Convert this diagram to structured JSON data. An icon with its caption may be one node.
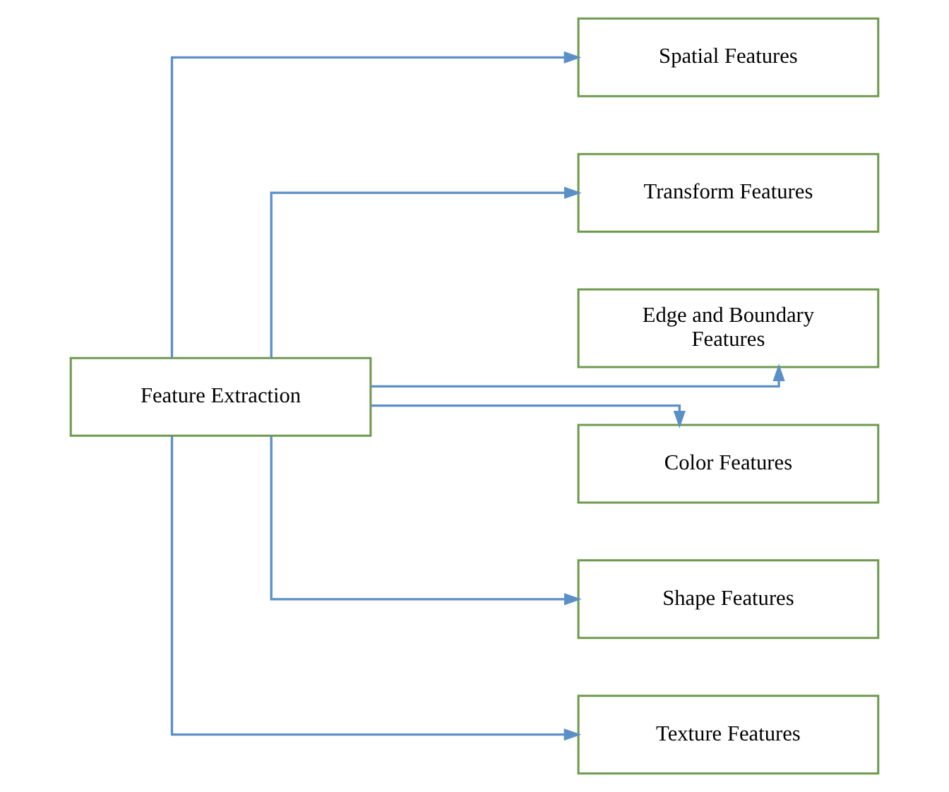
{
  "diagram": {
    "nodes": [
      {
        "text": [
          "Feature Extraction"
        ]
      },
      {
        "text": [
          "Spatial Features"
        ]
      },
      {
        "text": [
          "Transform Features"
        ]
      },
      {
        "text": [
          "Edge and Boundary Features"
        ]
      },
      {
        "text": [
          "Color Features"
        ]
      },
      {
        "text": [
          "Shape Features"
        ]
      },
      {
        "text": [
          "Texture Features"
        ]
      }
    ],
    "edges": [
      {
        "from": 0,
        "to": 1,
        "arrow": "to"
      },
      {
        "from": 0,
        "to": 2,
        "arrow": "to"
      },
      {
        "from": 0,
        "to": 3,
        "arrow": "to"
      },
      {
        "from": 0,
        "to": 4,
        "arrow": "to"
      },
      {
        "from": 0,
        "to": 5,
        "arrow": "to"
      },
      {
        "from": 0,
        "to": 6,
        "arrow": "to"
      }
    ]
  }
}
